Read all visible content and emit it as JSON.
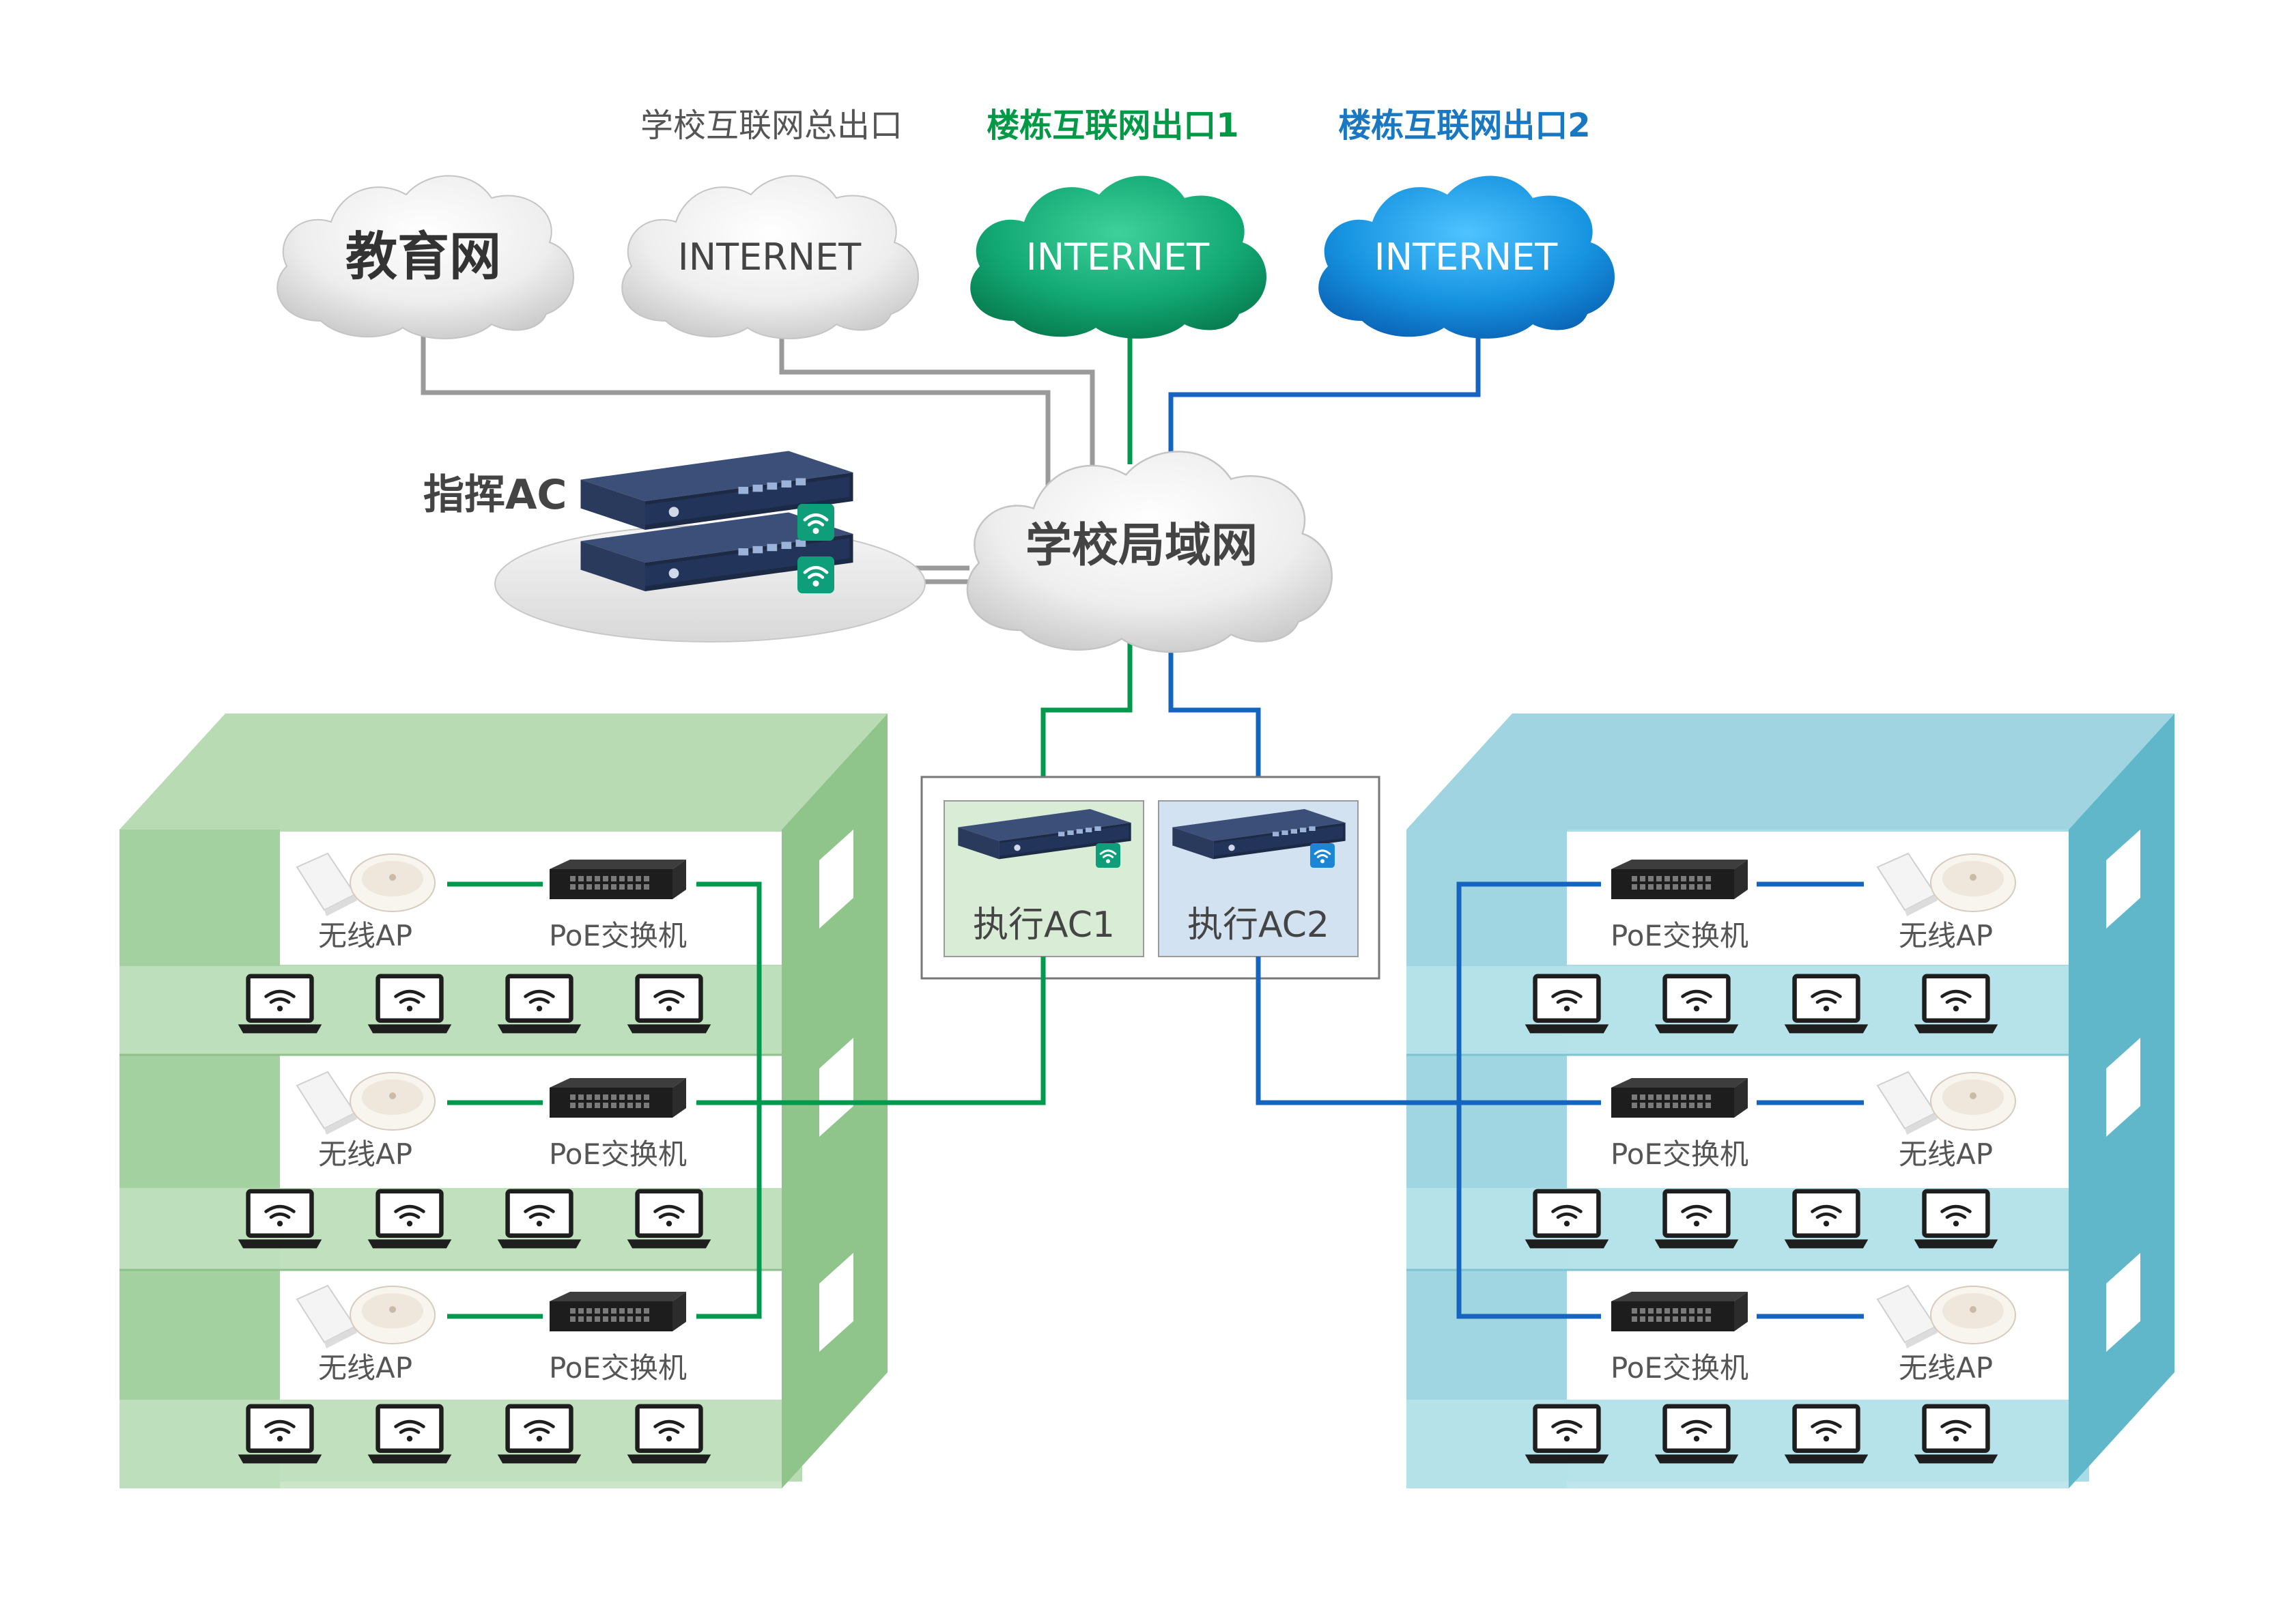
{
  "labels": {
    "school_exit": "学校互联网总出口",
    "building_exit_1": "楼栋互联网出口1",
    "building_exit_2": "楼栋互联网出口2",
    "command_ac": "指挥AC",
    "exec_ac1": "执行AC1",
    "exec_ac2": "执行AC2",
    "ap": "无线AP",
    "poe_switch": "PoE交换机"
  },
  "clouds": {
    "edu": "教育网",
    "internet": "INTERNET",
    "lan": "学校局域网"
  },
  "colors": {
    "green_line": "#00994d",
    "blue_line": "#1565c0",
    "gray_line": "#9a9a9a",
    "green_title": "#009946",
    "blue_title": "#1a78c2",
    "gray_title": "#555555",
    "green_building": "#a4d1a1",
    "blue_building": "#8fd0de",
    "green_cloud": "#0fa372",
    "blue_cloud": "#1a8fde",
    "gray_cloud": "#e8e8e8"
  },
  "icons": [
    "cloud-icon",
    "rack-server-icon",
    "wifi-icon",
    "laptop-icon",
    "access-point-icon",
    "switch-icon"
  ]
}
